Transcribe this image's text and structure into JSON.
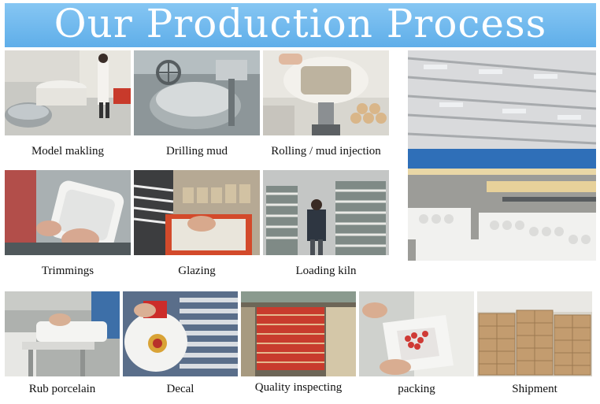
{
  "header": {
    "title": "Our Production Process"
  },
  "steps": [
    {
      "label": "Model makling",
      "photo": "model-making-photo"
    },
    {
      "label": "Drilling mud",
      "photo": "drilling-mud-photo"
    },
    {
      "label": "Rolling / mud injection",
      "photo": "rolling-mud-injection-photo"
    },
    {
      "label": "Trimmings",
      "photo": "trimmings-photo"
    },
    {
      "label": "Glazing",
      "photo": "glazing-photo"
    },
    {
      "label": "Loading kiln",
      "photo": "loading-kiln-photo"
    },
    {
      "label": "Rub porcelain",
      "photo": "rub-porcelain-photo"
    },
    {
      "label": "Decal",
      "photo": "decal-photo"
    },
    {
      "label": "Quality inspecting",
      "photo": "quality-inspecting-photo"
    },
    {
      "label": "packing",
      "photo": "packing-photo"
    },
    {
      "label": "Shipment",
      "photo": "shipment-photo"
    }
  ],
  "factory_photo": "factory-floor-photo"
}
